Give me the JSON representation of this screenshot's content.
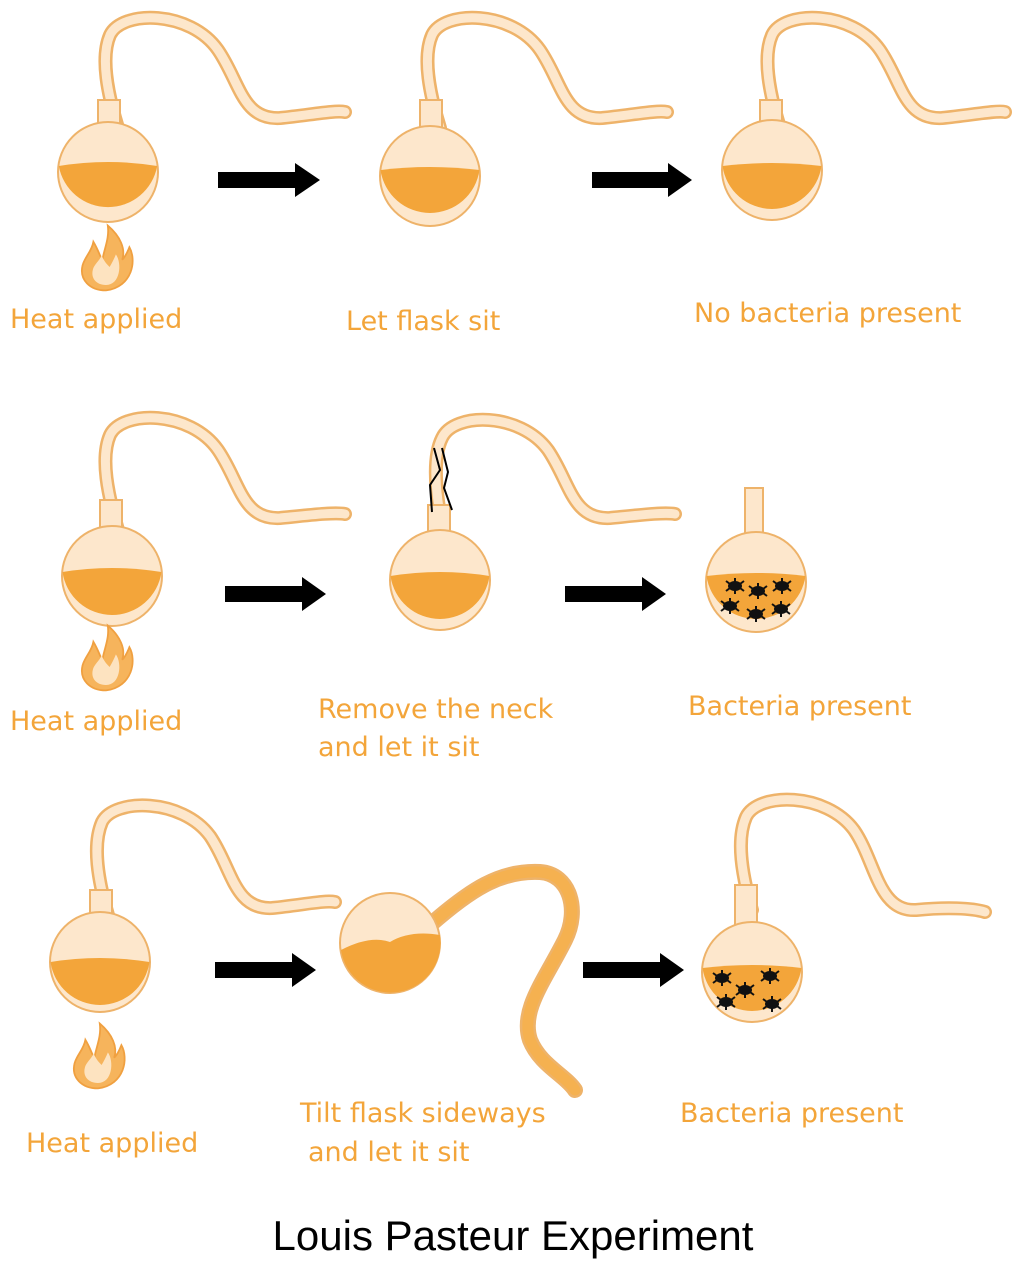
{
  "colors": {
    "accent": "#f3a53a",
    "glass": "#fde7cc",
    "outline": "#eeb36a",
    "arrow": "#000000",
    "bacteria": "#111111"
  },
  "icons": [
    "swan-neck-flask-icon",
    "flame-icon",
    "arrow-right-icon",
    "bacteria-icon"
  ],
  "rows": [
    {
      "labels": {
        "heat": "Heat applied",
        "middle": [
          "Let flask sit"
        ],
        "result": "No bacteria present"
      }
    },
    {
      "labels": {
        "heat": "Heat applied",
        "middle": [
          "Remove the neck",
          "and let it sit"
        ],
        "result": "Bacteria present"
      }
    },
    {
      "labels": {
        "heat": "Heat applied",
        "middle": [
          "Tilt flask sideways",
          "and let it sit"
        ],
        "result": "Bacteria present"
      }
    }
  ],
  "title": "Louis Pasteur Experiment"
}
